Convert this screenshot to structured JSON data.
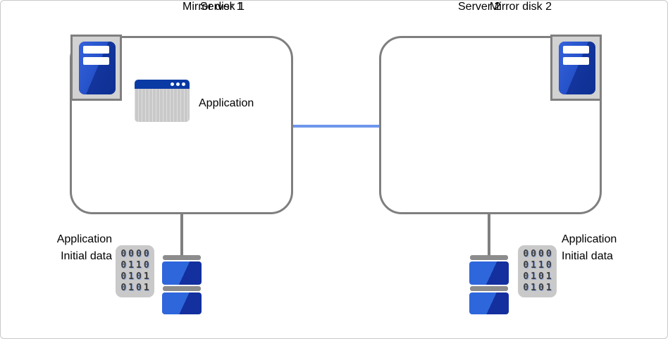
{
  "servers": [
    {
      "title": "Server 1"
    },
    {
      "title": "Server 2"
    }
  ],
  "application": {
    "label": "Application"
  },
  "initial_data": {
    "line1": "Application",
    "line2": "Initial data",
    "bits": [
      "0000",
      "0110",
      "0101",
      "0101"
    ]
  },
  "disks": [
    {
      "label": "Mirror disk 1"
    },
    {
      "label": "Mirror disk 2"
    }
  ],
  "colors": {
    "box_border": "#7f7f7f",
    "network_link_blue": "#6e96ec",
    "server_blue": "#2551c9",
    "disk_blue": "#2e66dc",
    "app_titlebar_blue": "#0a3aa4",
    "icon_gray": "#c9c9c9",
    "frame_gray": "#d2d2d2"
  }
}
